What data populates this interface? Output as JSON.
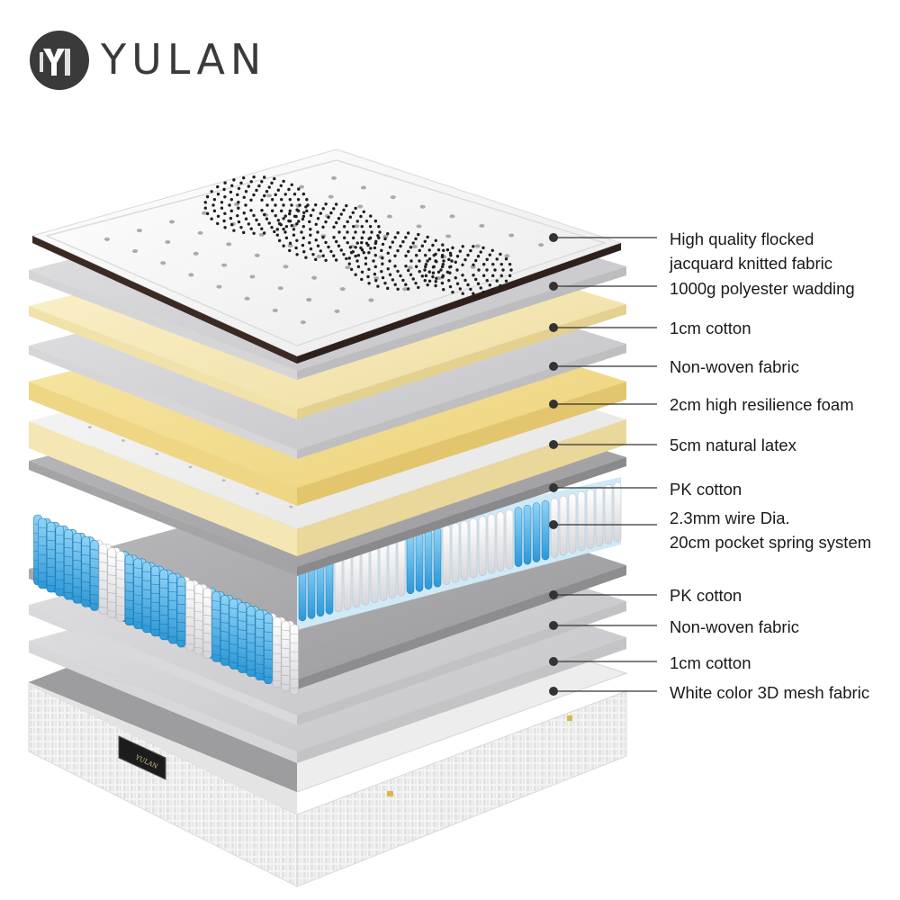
{
  "brand": {
    "name": "YULAN",
    "label_text": "YULAN"
  },
  "layers": [
    {
      "id": "flocked-fabric",
      "lines": [
        "High quality flocked",
        "jacquard knitted fabric"
      ]
    },
    {
      "id": "polyester-wadding",
      "lines": [
        "1000g polyester wadding"
      ]
    },
    {
      "id": "cotton-top",
      "lines": [
        "1cm cotton"
      ]
    },
    {
      "id": "non-woven-top",
      "lines": [
        "Non-woven fabric"
      ]
    },
    {
      "id": "resilience-foam",
      "lines": [
        "2cm high resilience foam"
      ]
    },
    {
      "id": "natural-latex",
      "lines": [
        "5cm natural latex"
      ]
    },
    {
      "id": "pk-cotton-top",
      "lines": [
        "PK cotton"
      ]
    },
    {
      "id": "pocket-spring",
      "lines": [
        "2.3mm wire Dia.",
        "20cm pocket spring system"
      ]
    },
    {
      "id": "pk-cotton-bottom",
      "lines": [
        "PK cotton"
      ]
    },
    {
      "id": "non-woven-bottom",
      "lines": [
        "Non-woven fabric"
      ]
    },
    {
      "id": "cotton-bottom",
      "lines": [
        "1cm cotton"
      ]
    },
    {
      "id": "mesh-fabric",
      "lines": [
        "White color 3D mesh fabric"
      ]
    }
  ],
  "colors": {
    "brand": "#3a3a3a",
    "grey_layer": "#cfcfd2",
    "dark_grey_layer": "#a6a6a8",
    "cream_layer": "#f6e9b5",
    "foam_layer": "#f3dd8e",
    "spring_blue": "#44aee6",
    "spring_white": "#f2f2f4",
    "leader_line": "#333333"
  },
  "icons": {
    "logo": "yulan-emblem-icon",
    "leader_dot": "leader-dot-icon"
  }
}
